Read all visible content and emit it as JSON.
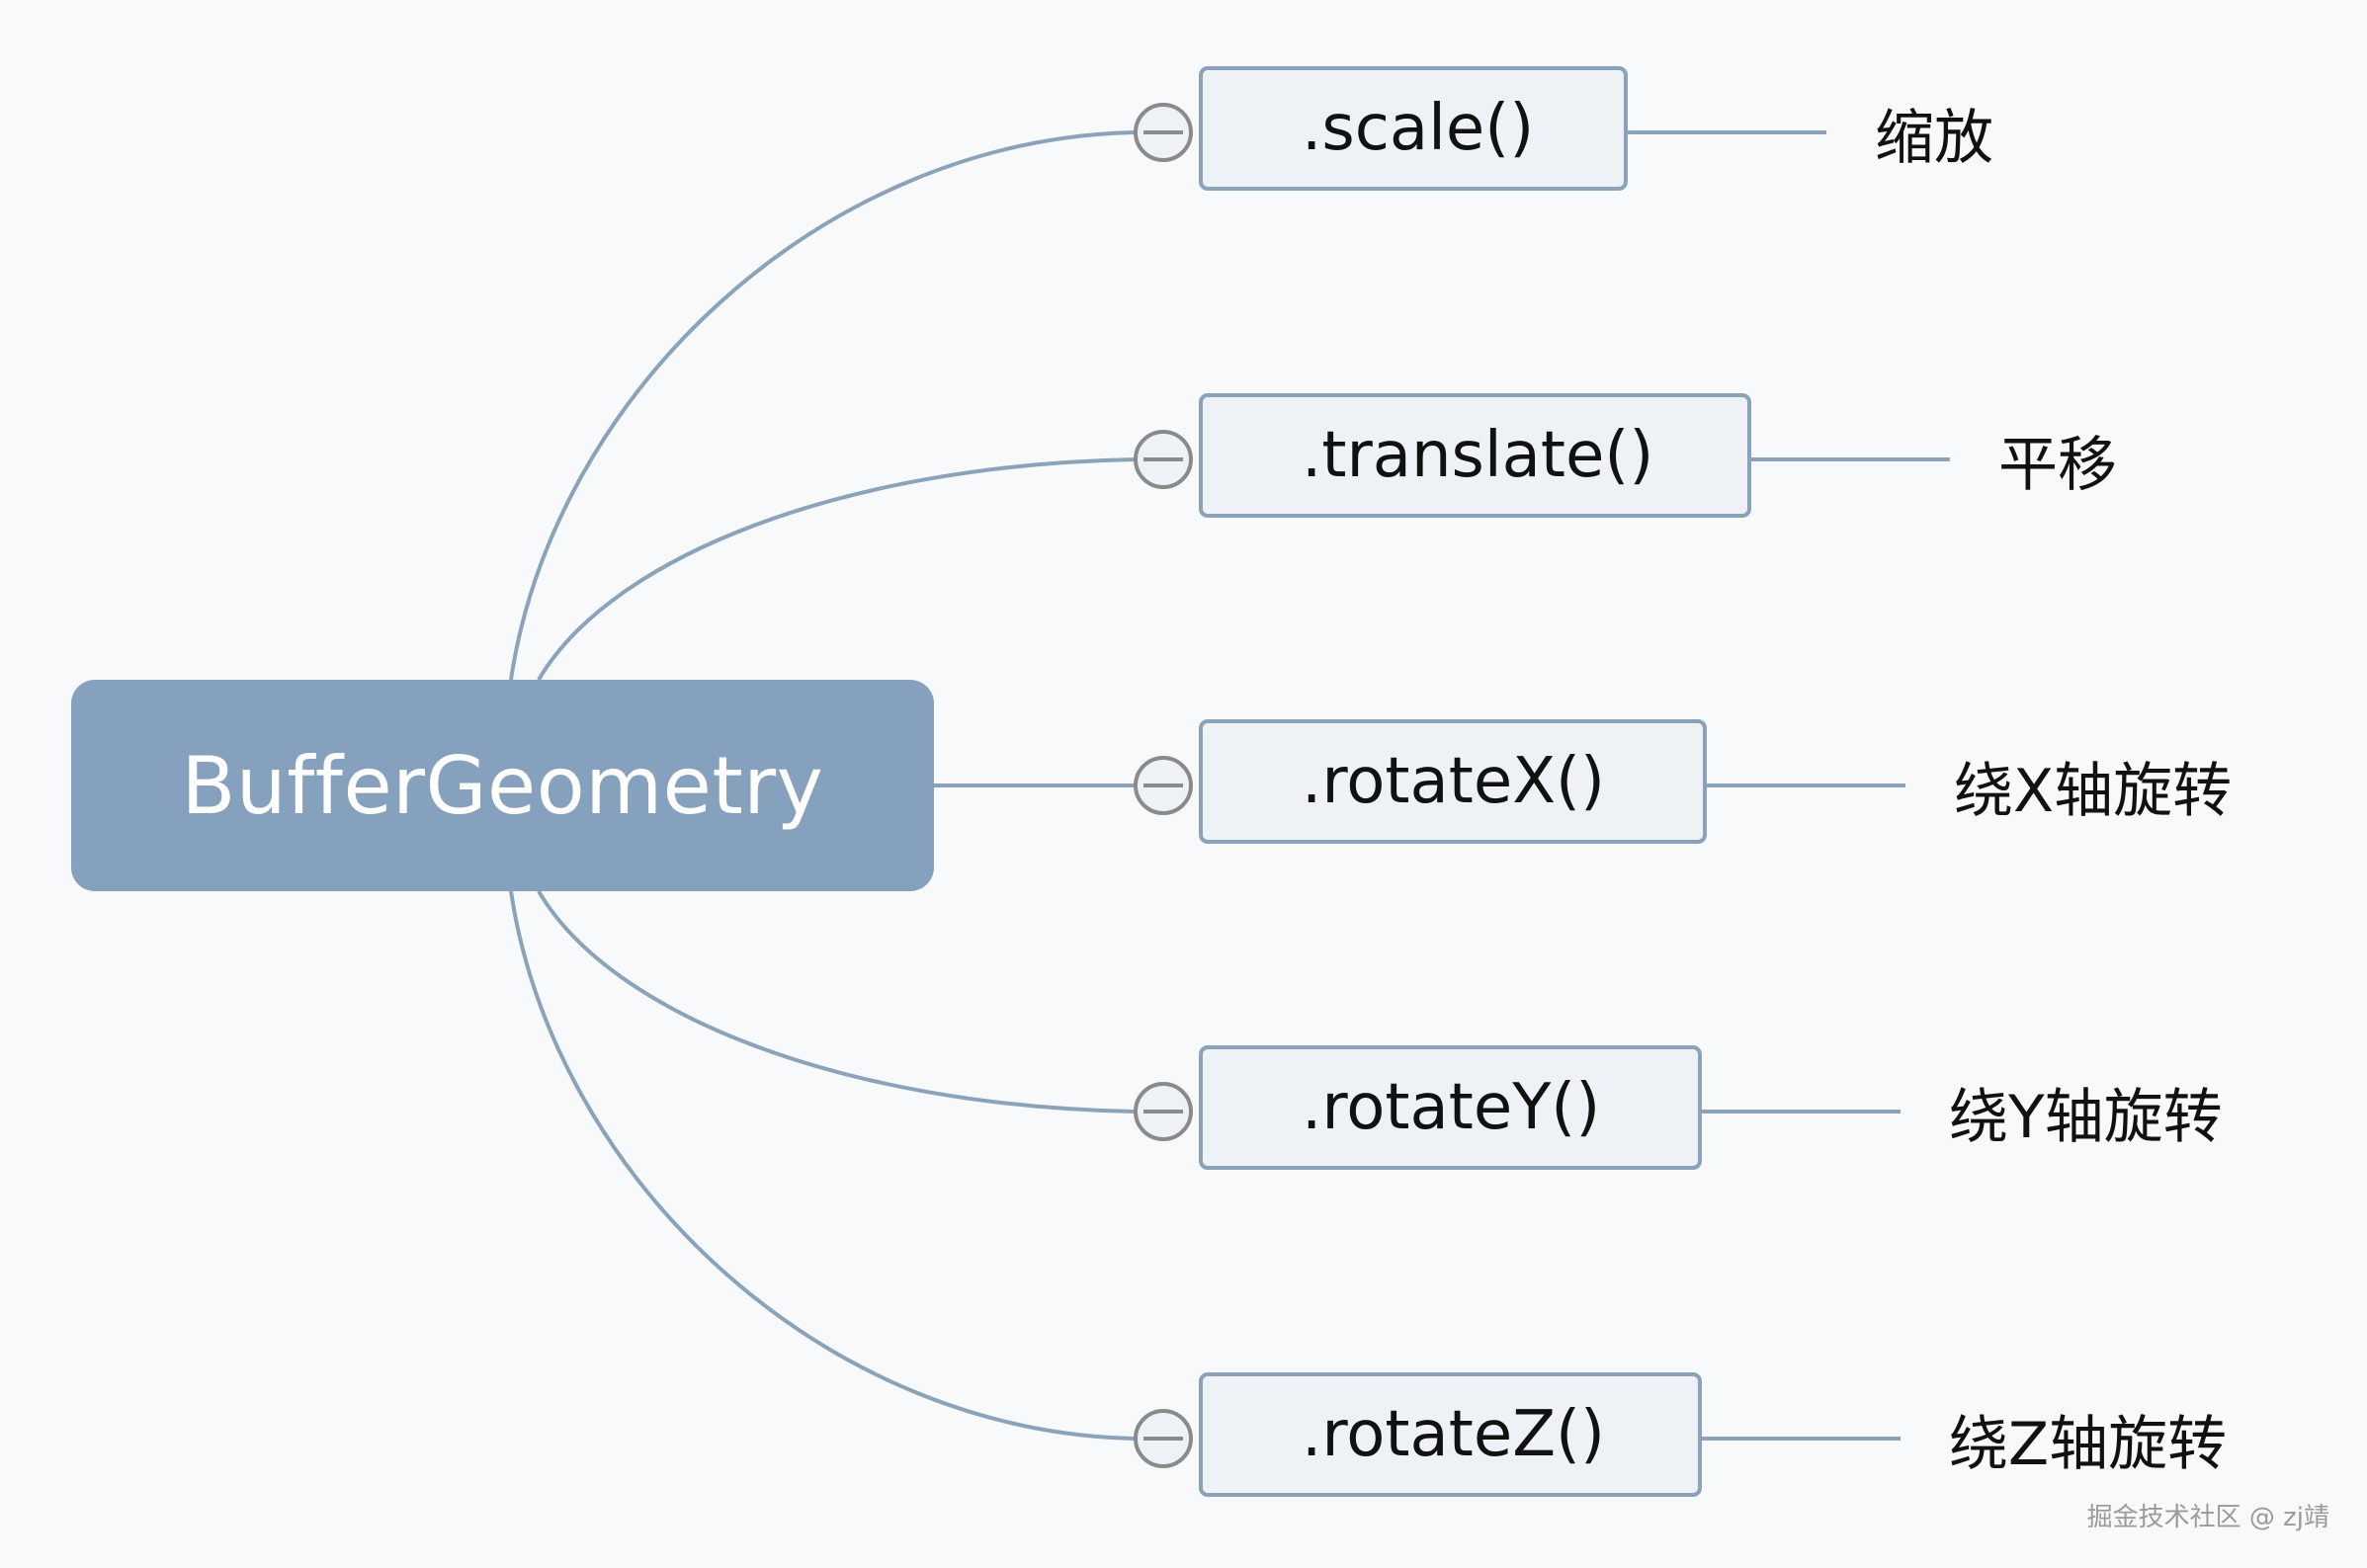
{
  "root": {
    "label": "BufferGeometry"
  },
  "branches": [
    {
      "method": ".scale()",
      "description": "缩放"
    },
    {
      "method": ".translate()",
      "description": "平移"
    },
    {
      "method": ".rotateX()",
      "description": "绕X轴旋转"
    },
    {
      "method": ".rotateY()",
      "description": "绕Y轴旋转"
    },
    {
      "method": ".rotateZ()",
      "description": "绕Z轴旋转"
    }
  ],
  "watermark": "掘金技术社区 @ zj靖",
  "colors": {
    "background": "#f8f9fa",
    "root_fill": "#86a1bd",
    "node_fill": "#eef2f6",
    "node_border": "#8aa3ba",
    "connector": "#8aa3ba",
    "collapse_icon": "#8a8a8a"
  },
  "icons": {
    "collapse": "minus-circle-icon"
  }
}
